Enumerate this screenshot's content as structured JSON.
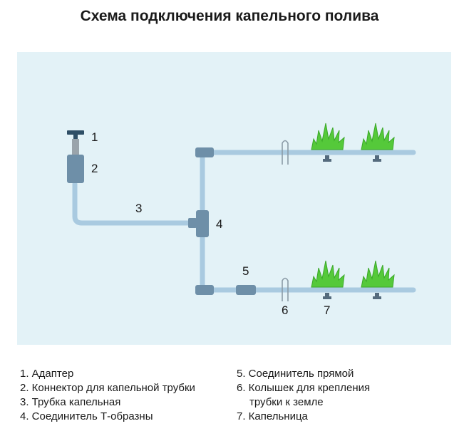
{
  "title": "Схема подключения капельного полива",
  "colors": {
    "background_panel": "#e3f2f7",
    "tube": "#a9cae0",
    "connector": "#6e8fa8",
    "adapter_cap": "#2f4f66",
    "adapter_body": "#9aa4ab",
    "plant": "#55c93a",
    "dripper": "#556b7d"
  },
  "labels": {
    "n1": "1",
    "n2": "2",
    "n3": "3",
    "n4": "4",
    "n5": "5",
    "n6": "6",
    "n7": "7"
  },
  "legend": {
    "left": [
      "1. Адаптер",
      "2. Коннектор для капельной трубки",
      "3. Трубка капельная",
      "4. Соединитель Т-образны"
    ],
    "right": [
      "5. Соединитель прямой",
      "6. Колышек для крепления",
      "трубки к земле",
      "7. Капельница"
    ]
  }
}
